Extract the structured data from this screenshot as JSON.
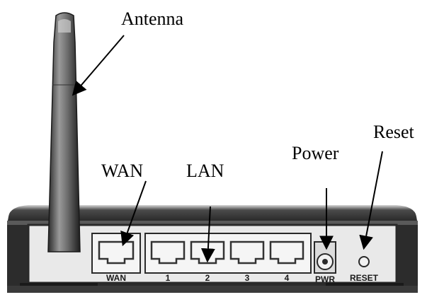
{
  "callouts": {
    "antenna": "Antenna",
    "reset": "Reset",
    "power": "Power",
    "wan": "WAN",
    "lan": "LAN"
  },
  "panel_labels": {
    "wan": "WAN",
    "lan_1": "1",
    "lan_2": "2",
    "lan_3": "3",
    "lan_4": "4",
    "pwr": "PWR",
    "reset": "RESET"
  },
  "colors": {
    "housing_dark": "#2b2b2b",
    "housing_mid": "#8a8a8a",
    "panel_light": "#ececec",
    "port_line": "#3a3a3a",
    "arrow": "#000000"
  },
  "icons": {
    "antenna": "router-antenna",
    "wan_port": "ethernet-port",
    "lan_ports": "ethernet-port",
    "power_jack": "dc-power-jack",
    "reset_button": "reset-pinhole"
  }
}
